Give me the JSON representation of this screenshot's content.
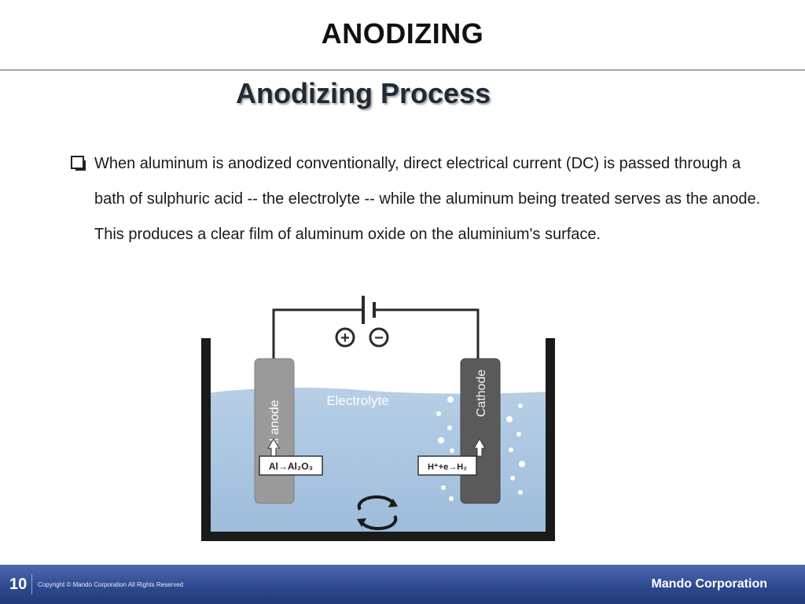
{
  "slide": {
    "title": "ANODIZING",
    "subtitle": "Anodizing Process",
    "bullet": "When aluminum is anodized conventionally, direct electrical current (DC) is passed through a bath of sulphuric acid -- the electrolyte -- while the aluminum being treated serves as the anode. This produces a clear film of aluminum oxide on the aluminium's surface."
  },
  "diagram": {
    "anode_label": "Al anode",
    "cathode_label": "Cathode",
    "electrolyte_label": "Electrolyte",
    "anode_reaction": "Al→Al₂O₃",
    "cathode_reaction": "H⁺+e→H₂",
    "plus_symbol": "+",
    "minus_symbol": "−"
  },
  "footer": {
    "page_number": "10",
    "copyright": "Copyright © Mando Corporation All Rights Reserved",
    "company": "Mando Corporation"
  }
}
